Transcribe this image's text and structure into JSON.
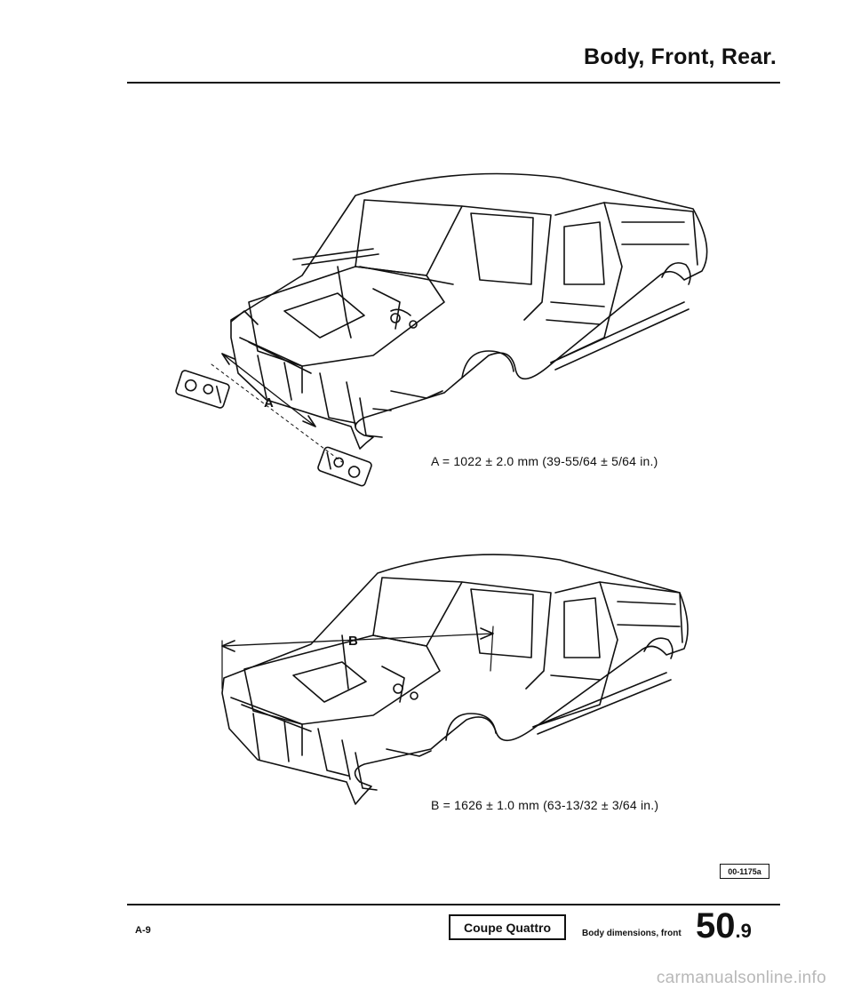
{
  "header": {
    "title": "Body, Front, Rear."
  },
  "figures": [
    {
      "dimension_label": "A",
      "caption": "A = 1022 ± 2.0 mm (39-55/64 ± 5/64 in.)"
    },
    {
      "dimension_label": "B",
      "caption": "B = 1626 ± 1.0 mm (63-13/32 ± 3/64 in.)"
    }
  ],
  "figure_ref": "00-1175a",
  "footer": {
    "page_code": "A-9",
    "model": "Coupe Quattro",
    "description": "Body dimensions, front",
    "section_major": "50",
    "section_minor": ".9"
  },
  "watermark": "carmanualsonline.info"
}
